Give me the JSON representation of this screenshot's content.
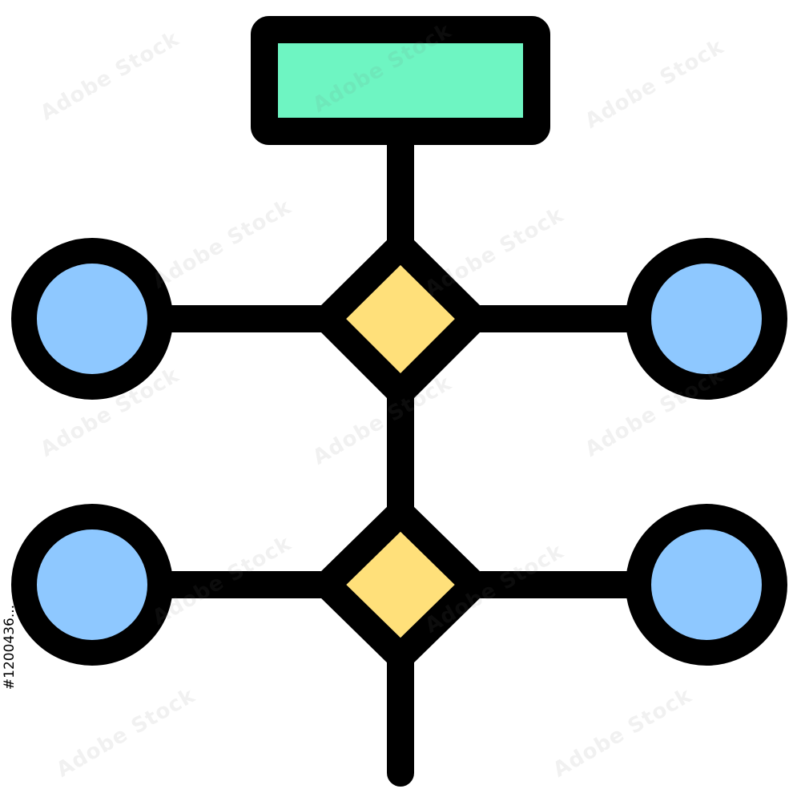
{
  "icon": {
    "name": "flowchart-icon",
    "colors": {
      "outline": "#000000",
      "process": "#6ef5c2",
      "decision": "#ffe07a",
      "endpoint": "#8ec8ff",
      "background": "#ffffff"
    },
    "shapes": {
      "top": "rectangle",
      "decisions": [
        "diamond",
        "diamond"
      ],
      "endpoints": [
        "circle",
        "circle",
        "circle",
        "circle"
      ]
    }
  },
  "watermark": {
    "brand": "Adobe Stock",
    "stock_id": "#1200436..."
  }
}
